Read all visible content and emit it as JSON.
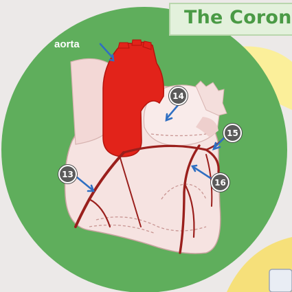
{
  "title": "The Coron",
  "labels": {
    "aorta": "aorta"
  },
  "markers": [
    "14",
    "15",
    "13",
    "16"
  ],
  "colors": {
    "circle_bg": "#5fae5c",
    "aorta": "#e2231a",
    "heart": "#f7e6e4",
    "artery": "#9a1f1c",
    "title": "#4a9a45",
    "marker": "#5a5a5a",
    "pointer_arrow": "#2f6fc2"
  }
}
